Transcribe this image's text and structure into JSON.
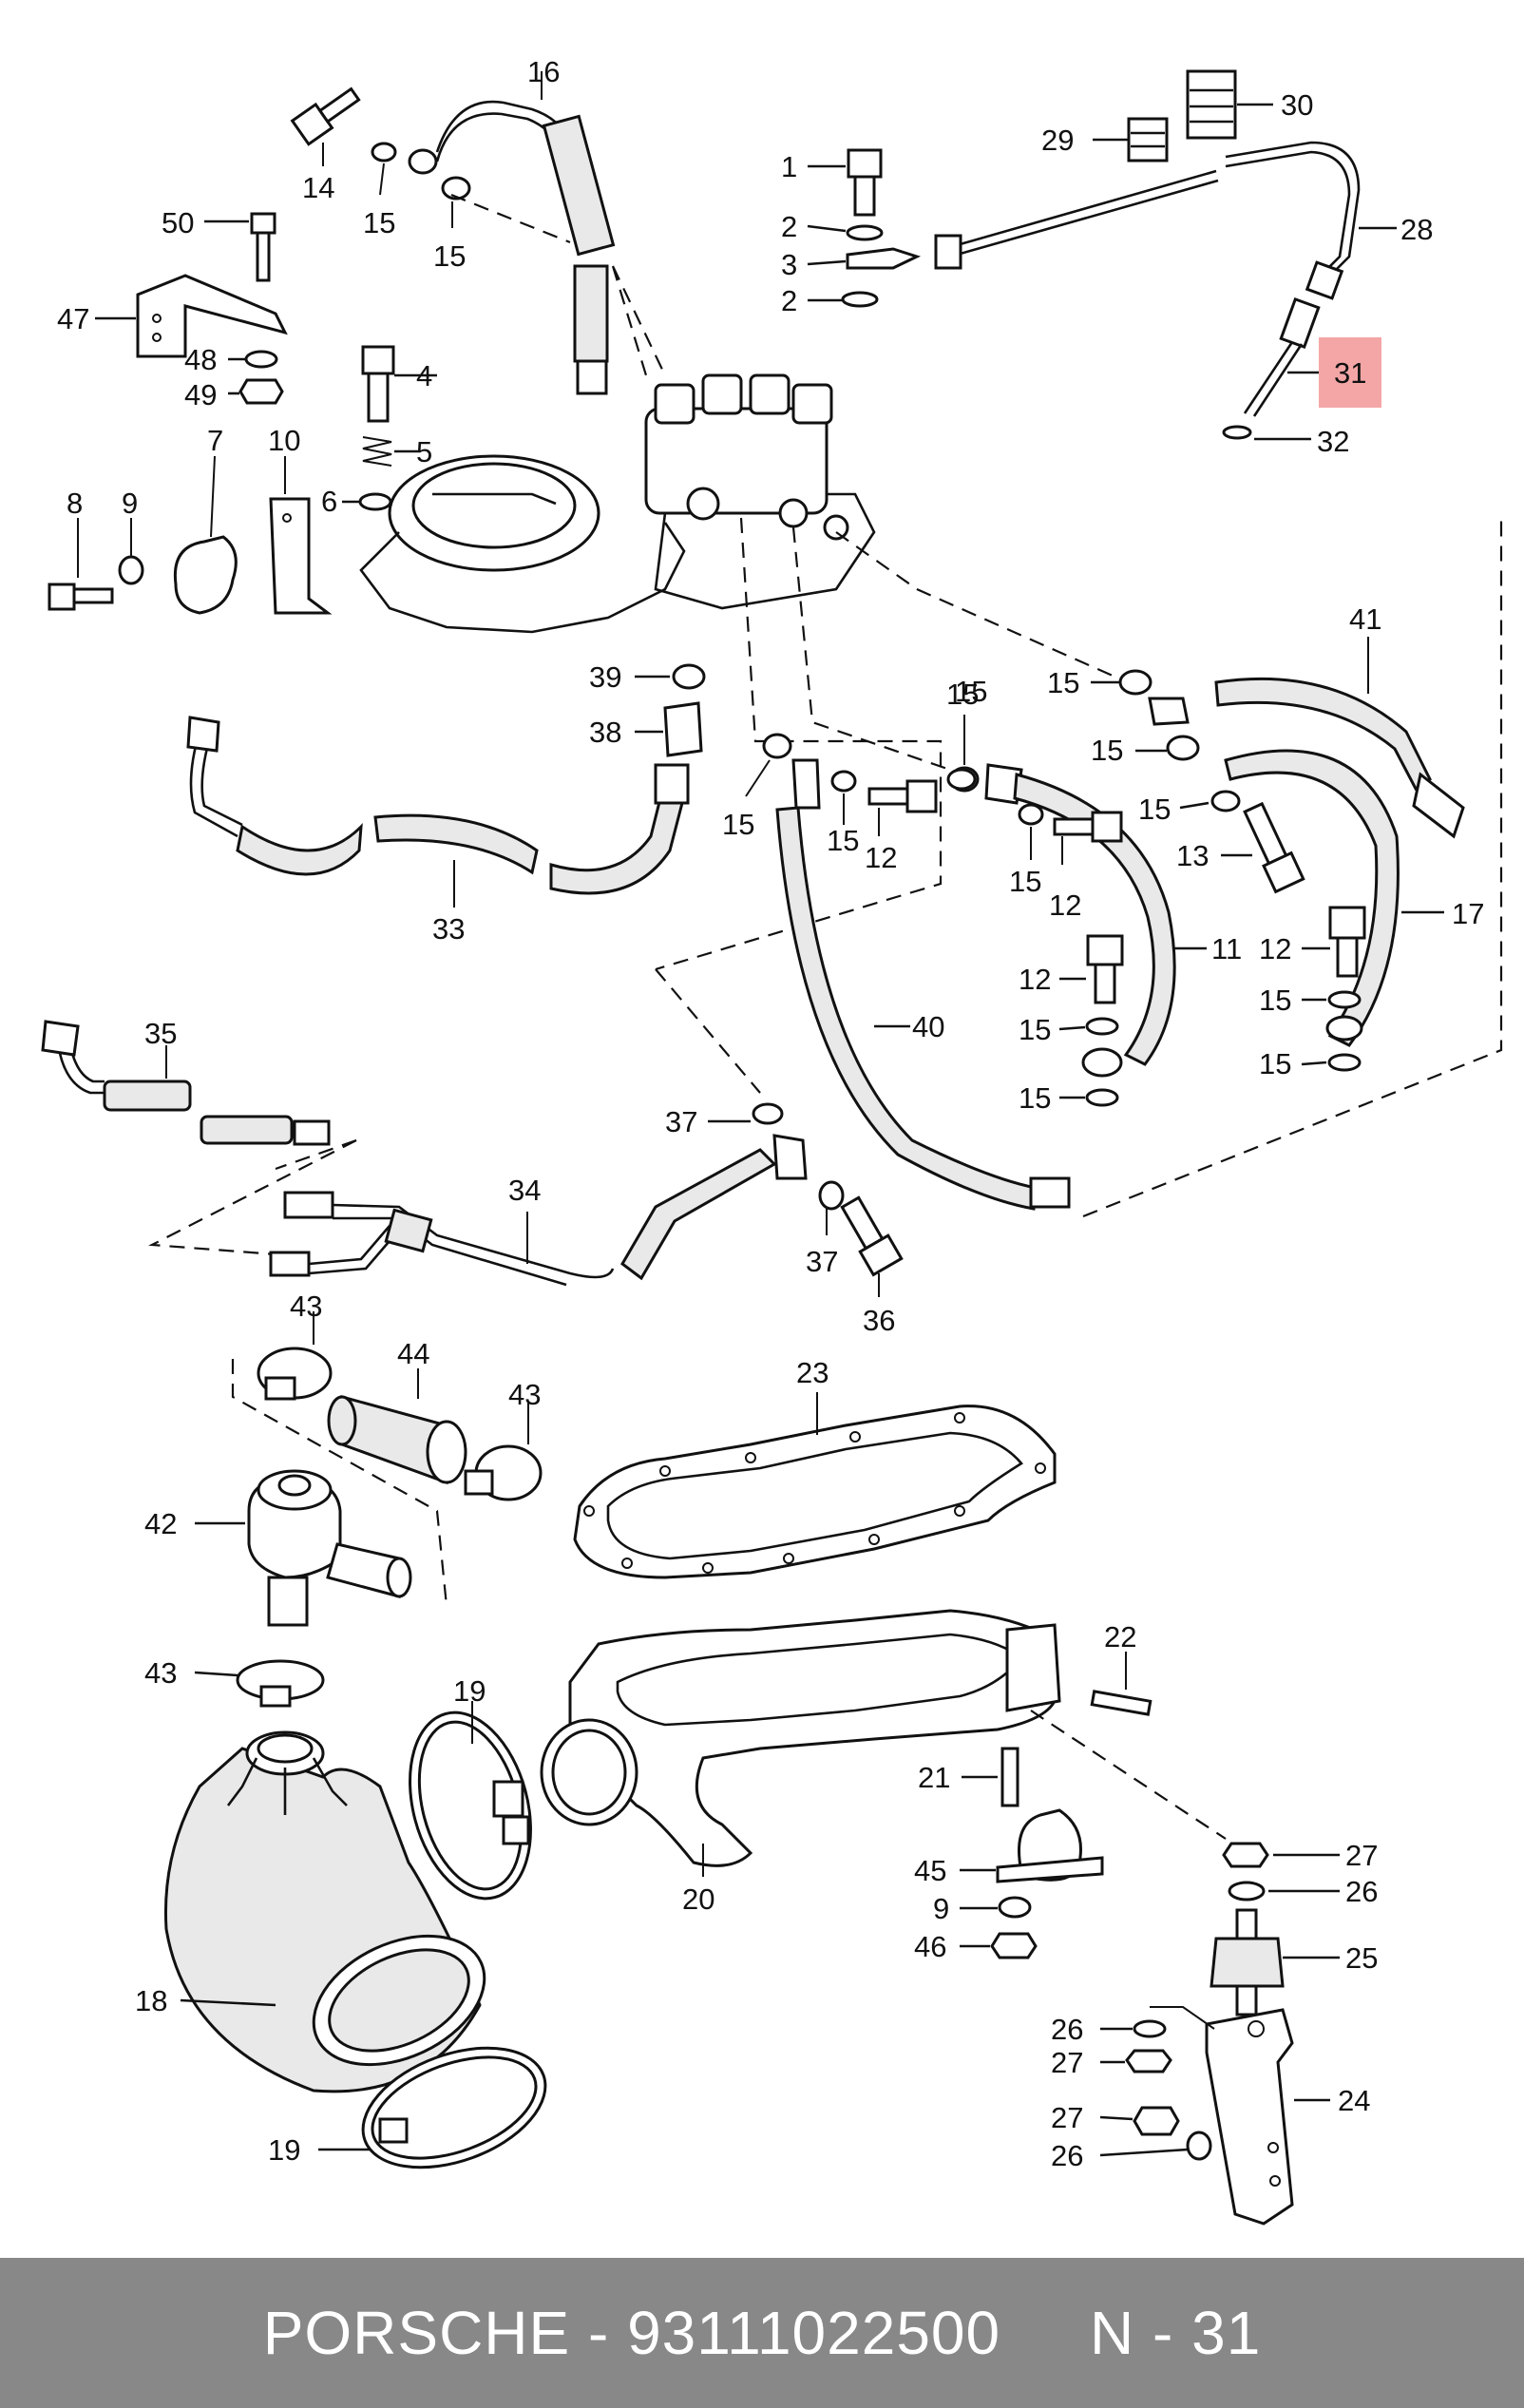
{
  "callouts": {
    "n1": "1",
    "n2a": "2",
    "n2b": "2",
    "n3": "3",
    "n4": "4",
    "n5": "5",
    "n6": "6",
    "n7": "7",
    "n8": "8",
    "n9a": "9",
    "n9b": "9",
    "n10": "10",
    "n11": "11",
    "n12a": "12",
    "n12b": "12",
    "n12c": "12",
    "n12d": "12",
    "n13": "13",
    "n14": "14",
    "n15a": "15",
    "n15b": "15",
    "n15c": "15",
    "n15d": "15",
    "n15e": "15",
    "n15f": "15",
    "n15g": "15",
    "n15h": "15",
    "n15i": "15",
    "n15j": "15",
    "n15k": "15",
    "n15l": "15",
    "n15m": "15",
    "n15n": "15",
    "n16": "16",
    "n17": "17",
    "n18": "18",
    "n19a": "19",
    "n19b": "19",
    "n20": "20",
    "n21": "21",
    "n22": "22",
    "n23": "23",
    "n24": "24",
    "n25": "25",
    "n26a": "26",
    "n26b": "26",
    "n26c": "26",
    "n27a": "27",
    "n27b": "27",
    "n27c": "27",
    "n28": "28",
    "n29": "29",
    "n30": "30",
    "n31": "31",
    "n32": "32",
    "n33": "33",
    "n34": "34",
    "n35": "35",
    "n36": "36",
    "n37a": "37",
    "n37b": "37",
    "n38": "38",
    "n39": "39",
    "n40": "40",
    "n41": "41",
    "n42": "42",
    "n43a": "43",
    "n43b": "43",
    "n43c": "43",
    "n44": "44",
    "n45": "45",
    "n46": "46",
    "n47": "47",
    "n48": "48",
    "n49": "49",
    "n50": "50"
  },
  "highlight": {
    "part": "31",
    "color": "#f4a6a6"
  },
  "footer": {
    "brand": "PORSCHE",
    "sep1": " - ",
    "part_number": "93111022500",
    "gap": "     ",
    "sheet": "N - 31"
  }
}
